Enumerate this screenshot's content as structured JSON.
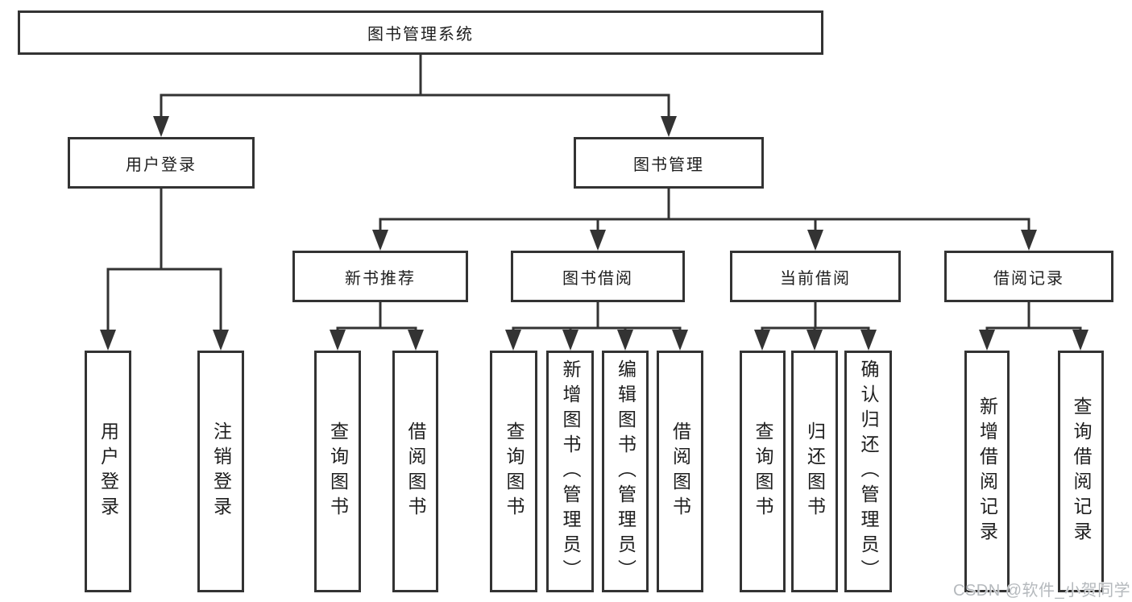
{
  "diagram": {
    "root": {
      "label": "图书管理系统"
    },
    "level2": [
      {
        "id": "user-login",
        "label": "用户登录"
      },
      {
        "id": "book-management",
        "label": "图书管理"
      }
    ],
    "level3": [
      {
        "id": "new-book-recommend",
        "parent": "图书管理",
        "label": "新书推荐"
      },
      {
        "id": "book-borrowing",
        "parent": "图书管理",
        "label": "图书借阅"
      },
      {
        "id": "current-borrowing",
        "parent": "图书管理",
        "label": "当前借阅"
      },
      {
        "id": "borrow-records",
        "parent": "图书管理",
        "label": "借阅记录"
      }
    ],
    "leaves": [
      {
        "parent": "用户登录",
        "label": "用户登录"
      },
      {
        "parent": "用户登录",
        "label": "注销登录"
      },
      {
        "parent": "新书推荐",
        "label": "查询图书"
      },
      {
        "parent": "新书推荐",
        "label": "借阅图书"
      },
      {
        "parent": "图书借阅",
        "label": "查询图书"
      },
      {
        "parent": "图书借阅",
        "label": "新增图书（管理员）"
      },
      {
        "parent": "图书借阅",
        "label": "编辑图书（管理员）"
      },
      {
        "parent": "图书借阅",
        "label": "借阅图书"
      },
      {
        "parent": "当前借阅",
        "label": "查询图书"
      },
      {
        "parent": "当前借阅",
        "label": "归还图书"
      },
      {
        "parent": "当前借阅",
        "label": "确认归还（管理员）"
      },
      {
        "parent": "借阅记录",
        "label": "新增借阅记录"
      },
      {
        "parent": "借阅记录",
        "label": "查询借阅记录"
      }
    ],
    "watermark": "CSDN @软件_小贺同学",
    "colors": {
      "line": "#333333",
      "text": "#1e1e1e",
      "background": "#ffffff",
      "watermark": "#b5b9bd"
    }
  }
}
